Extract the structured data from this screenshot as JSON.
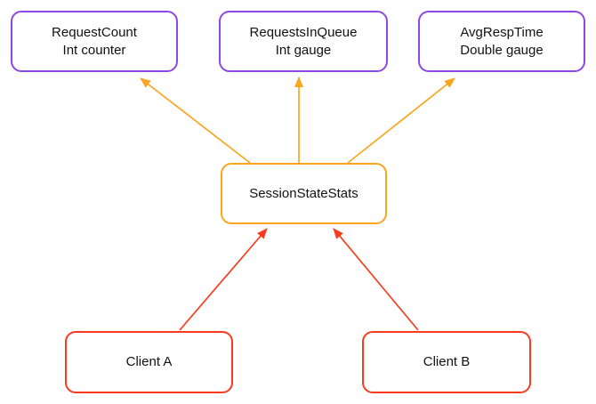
{
  "diagram": {
    "nodes": {
      "request_count": {
        "line1": "RequestCount",
        "line2": "Int counter"
      },
      "requests_in_queue": {
        "line1": "RequestsInQueue",
        "line2": "Int gauge"
      },
      "avg_resp_time": {
        "line1": "AvgRespTime",
        "line2": "Double gauge"
      },
      "session_state_stats": {
        "line1": "SessionStateStats"
      },
      "client_a": {
        "line1": "Client A"
      },
      "client_b": {
        "line1": "Client B"
      }
    },
    "edges": [
      {
        "from": "session_state_stats",
        "to": "request_count",
        "color": "#f9a51e"
      },
      {
        "from": "session_state_stats",
        "to": "requests_in_queue",
        "color": "#f9a51e"
      },
      {
        "from": "session_state_stats",
        "to": "avg_resp_time",
        "color": "#f9a51e"
      },
      {
        "from": "client_a",
        "to": "session_state_stats",
        "color": "#f93b1d"
      },
      {
        "from": "client_b",
        "to": "session_state_stats",
        "color": "#f93b1d"
      }
    ],
    "colors": {
      "metric_node_border": "#8f46e4",
      "stats_node_border": "#f9a51e",
      "client_node_border": "#f93b1d",
      "metric_arrow": "#f9a51e",
      "client_arrow": "#f93b1d",
      "text": "#111111",
      "background": "#ffffff"
    }
  }
}
